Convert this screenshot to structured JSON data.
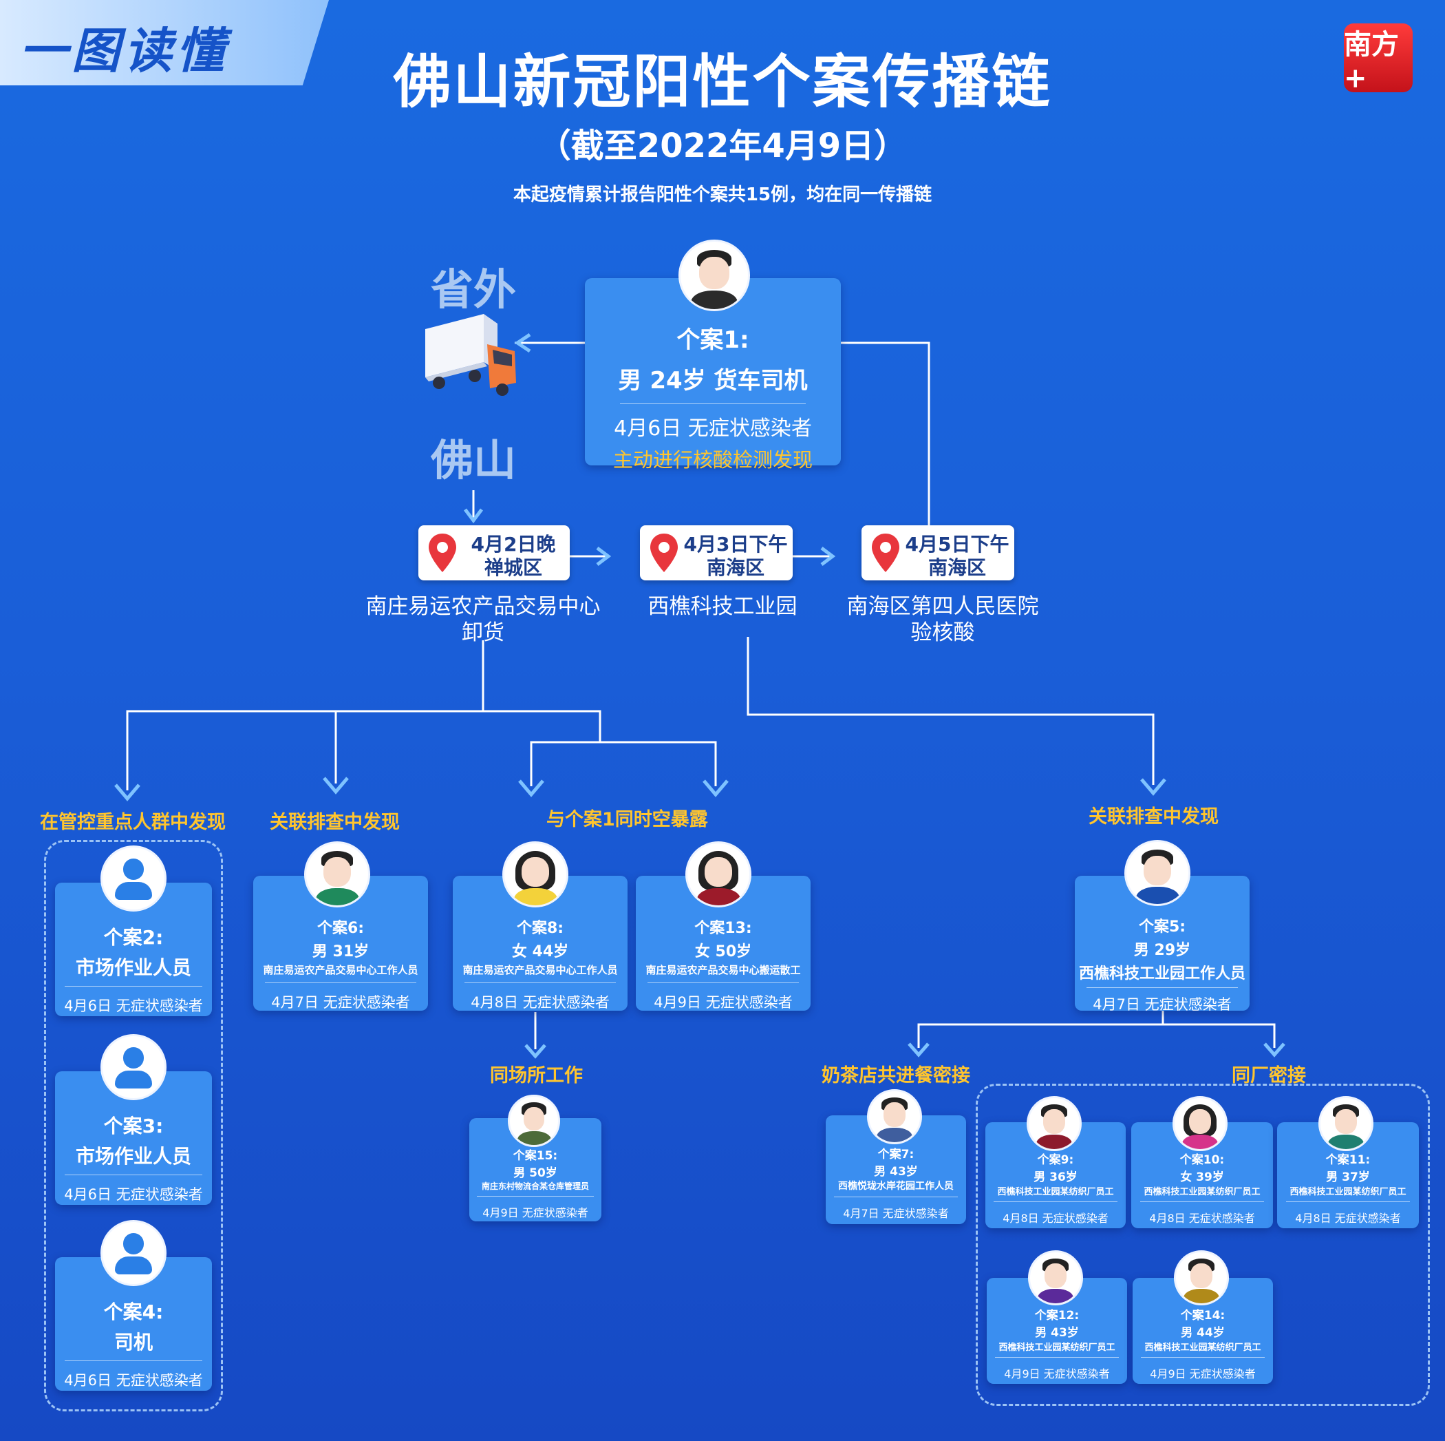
{
  "banner": "一图读懂",
  "logo": "南方+",
  "title": "佛山新冠阳性个案传播链",
  "subtitle": "（截至2022年4月9日）",
  "description": "本起疫情累计报告阳性个案共15例，均在同一传播链",
  "regions": {
    "outside": "省外",
    "foshan": "佛山"
  },
  "case1": {
    "label": "个案1:",
    "info": "男 24岁 货车司机",
    "status": "4月6日 无症状感染者",
    "note": "主动进行核酸检测发现"
  },
  "locations": [
    {
      "time": "4月2日晚",
      "district": "禅城区",
      "place": "南庄易运农产品交易中心",
      "action": "卸货"
    },
    {
      "time": "4月3日下午",
      "district": "南海区",
      "place": "西樵科技工业园",
      "action": ""
    },
    {
      "time": "4月5日下午",
      "district": "南海区",
      "place": "南海区第四人民医院",
      "action": "验核酸"
    }
  ],
  "group_labels": {
    "managed": "在管控重点人群中发现",
    "related1": "关联排查中发现",
    "same_time": "与个案1同时空暴露",
    "related2": "关联排查中发现",
    "same_place": "同场所工作",
    "milk_tea": "奶茶店共进餐密接",
    "same_factory": "同厂密接"
  },
  "cases": {
    "c2": {
      "label": "个案2:",
      "info": "市场作业人员",
      "status": "4月6日 无症状感染者"
    },
    "c3": {
      "label": "个案3:",
      "info": "市场作业人员",
      "status": "4月6日 无症状感染者"
    },
    "c4": {
      "label": "个案4:",
      "info": "司机",
      "status": "4月6日 无症状感染者"
    },
    "c6": {
      "label": "个案6:",
      "info": "男 31岁",
      "job": "南庄易运农产品交易中心工作人员",
      "status": "4月7日 无症状感染者"
    },
    "c8": {
      "label": "个案8:",
      "info": "女 44岁",
      "job": "南庄易运农产品交易中心工作人员",
      "status": "4月8日 无症状感染者"
    },
    "c13": {
      "label": "个案13:",
      "info": "女 50岁",
      "job": "南庄易运农产品交易中心搬运散工",
      "status": "4月9日 无症状感染者"
    },
    "c5": {
      "label": "个案5:",
      "info": "男 29岁",
      "job": "西樵科技工业园工作人员",
      "status": "4月7日 无症状感染者"
    },
    "c15": {
      "label": "个案15:",
      "info": "男 50岁",
      "job": "南庄东村物流合某仓库管理员",
      "status": "4月9日 无症状感染者"
    },
    "c7": {
      "label": "个案7:",
      "info": "男 43岁",
      "job": "西樵悦珑水岸花园工作人员",
      "status": "4月7日 无症状感染者"
    },
    "c9": {
      "label": "个案9:",
      "info": "男 36岁",
      "job": "西樵科技工业园某纺织厂员工",
      "status": "4月8日 无症状感染者"
    },
    "c10": {
      "label": "个案10:",
      "info": "女 39岁",
      "job": "西樵科技工业园某纺织厂员工",
      "status": "4月8日 无症状感染者"
    },
    "c11": {
      "label": "个案11:",
      "info": "男 37岁",
      "job": "西樵科技工业园某纺织厂员工",
      "status": "4月8日 无症状感染者"
    },
    "c12": {
      "label": "个案12:",
      "info": "男 43岁",
      "job": "西樵科技工业园某纺织厂员工",
      "status": "4月9日 无症状感染者"
    },
    "c14": {
      "label": "个案14:",
      "info": "男 44岁",
      "job": "西樵科技工业园某纺织厂员工",
      "status": "4月9日 无症状感染者"
    }
  },
  "colors": {
    "card": "#3a8ef0",
    "accent": "#ffc52e",
    "line": "#ffffff",
    "bg": "#1a5ed8"
  },
  "icons": [
    "truck-icon",
    "location-pin-icon",
    "person-avatar-icon",
    "arrow-icon"
  ]
}
